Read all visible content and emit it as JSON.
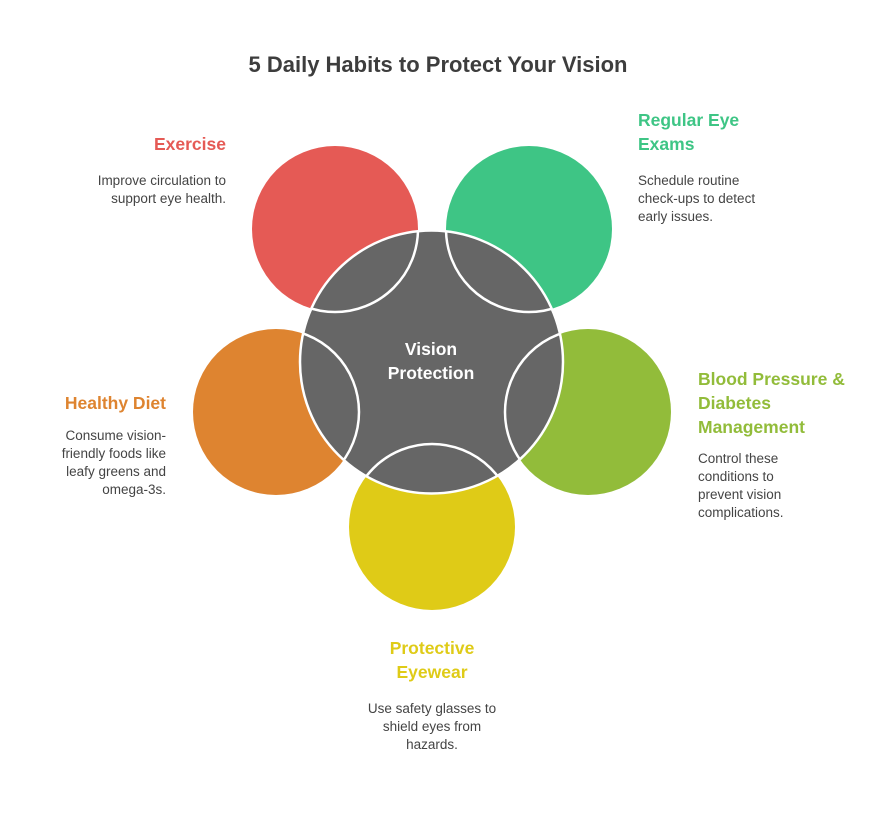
{
  "title": "5 Daily Habits to Protect Your Vision",
  "center": {
    "label_line1": "Vision",
    "label_line2": "Protection",
    "color": "#666666"
  },
  "habits": [
    {
      "title": "Exercise",
      "description": "Improve circulation to support eye health.",
      "color": "#E55A55"
    },
    {
      "title": "Regular Eye Exams",
      "description": "Schedule routine check-ups to detect early issues.",
      "color": "#3EC585"
    },
    {
      "title": "Blood Pressure & Diabetes Management",
      "description": "Control these conditions to prevent vision complications.",
      "color": "#92BC3A"
    },
    {
      "title": "Protective Eyewear",
      "description": "Use safety glasses to shield eyes from hazards.",
      "color": "#DFCB17"
    },
    {
      "title": "Healthy Diet",
      "description": "Consume vision-friendly foods like leafy greens and omega-3s.",
      "color": "#DE8430"
    }
  ]
}
